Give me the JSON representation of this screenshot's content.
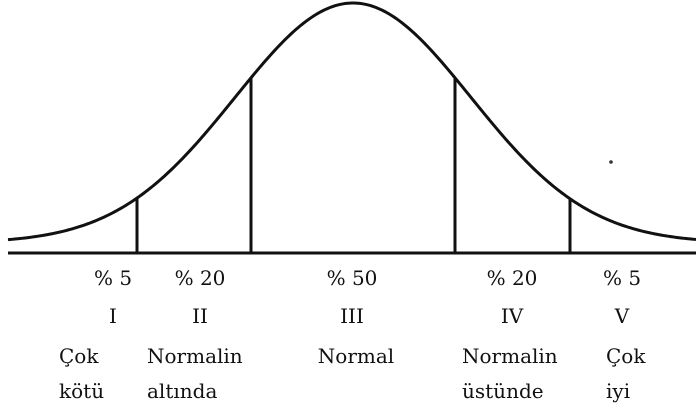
{
  "segments": [
    {
      "percent": "% 5",
      "roman": "I",
      "label_line1": "Çok",
      "label_line2": "kötü",
      "share": 5
    },
    {
      "percent": "% 20",
      "roman": "II",
      "label_line1": "Normalin",
      "label_line2": "altında",
      "share": 20
    },
    {
      "percent": "% 50",
      "roman": "III",
      "label_line1": "Normal",
      "label_line2": "",
      "share": 50
    },
    {
      "percent": "% 20",
      "roman": "IV",
      "label_line1": "Normalin",
      "label_line2": "üstünde",
      "share": 20
    },
    {
      "percent": "% 5",
      "roman": "V",
      "label_line1": "Çok",
      "label_line2": "iyi",
      "share": 5
    }
  ],
  "colors": {
    "ink": "#111111",
    "background": "#ffffff"
  }
}
